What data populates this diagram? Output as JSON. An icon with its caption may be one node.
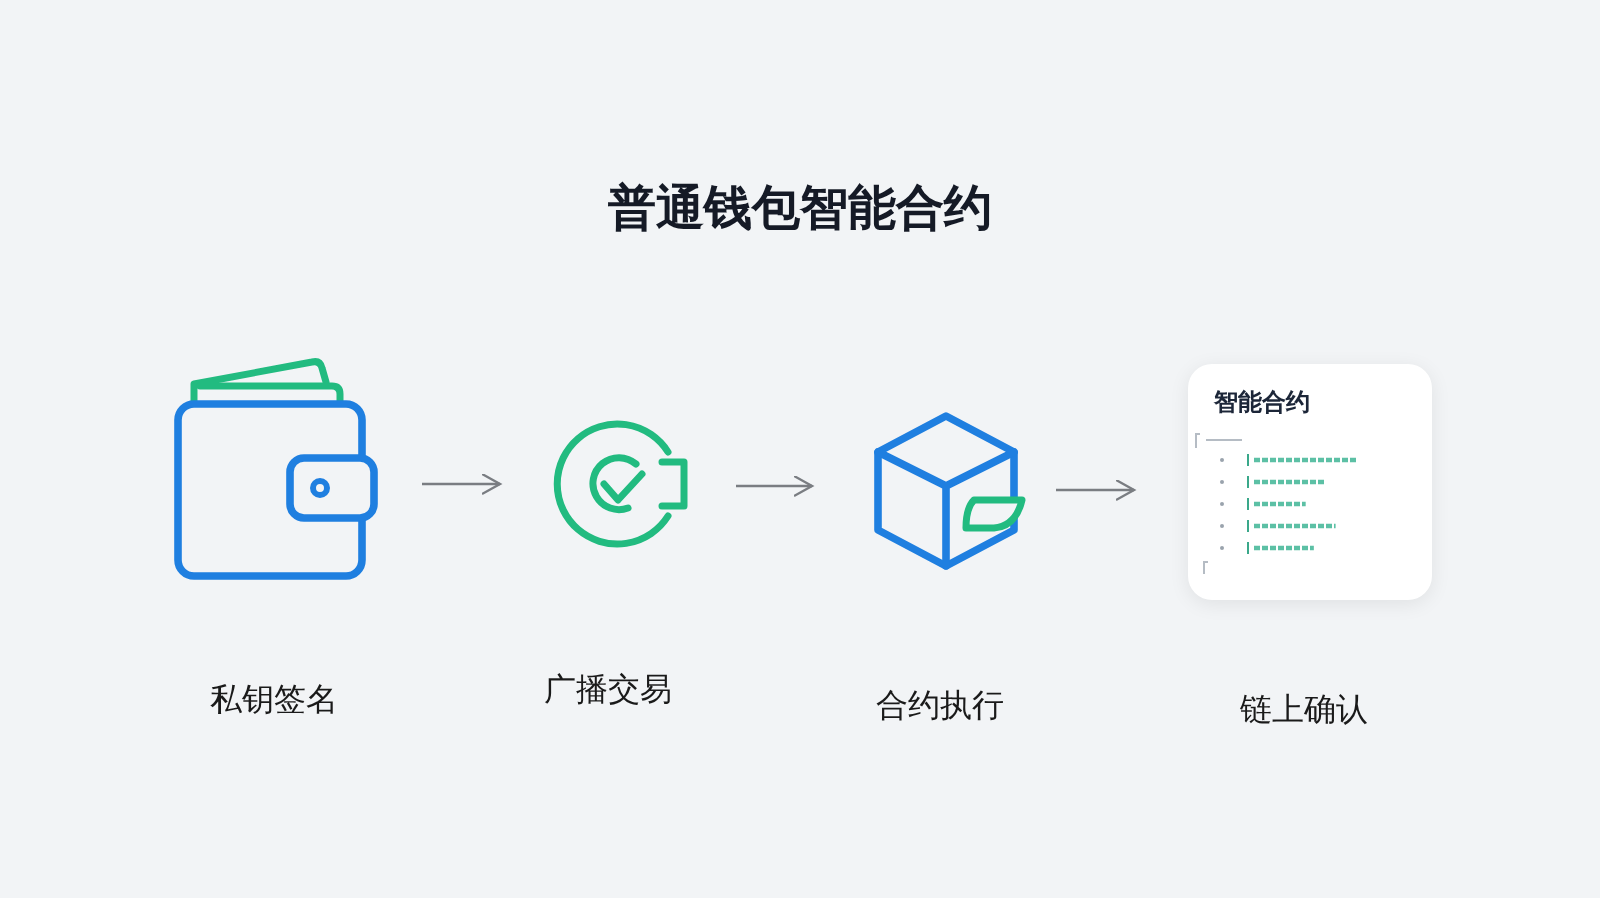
{
  "diagram": {
    "title": "普通钱包智能合约",
    "nodes": [
      {
        "text": [],
        "shape": "picture",
        "beside": [
          "私钥签名"
        ]
      },
      {
        "text": [],
        "shape": "picture",
        "beside": [
          "广播交易"
        ]
      },
      {
        "text": [],
        "shape": "picture",
        "beside": [
          "合约执行"
        ]
      },
      {
        "text": [
          "智能合约"
        ],
        "beside": [
          "链上确认"
        ]
      }
    ],
    "edges": [
      {
        "from": 0,
        "to": 1,
        "arrow": "to"
      },
      {
        "from": 1,
        "to": 2,
        "arrow": "to"
      },
      {
        "from": 2,
        "to": 3,
        "arrow": "to"
      }
    ]
  }
}
